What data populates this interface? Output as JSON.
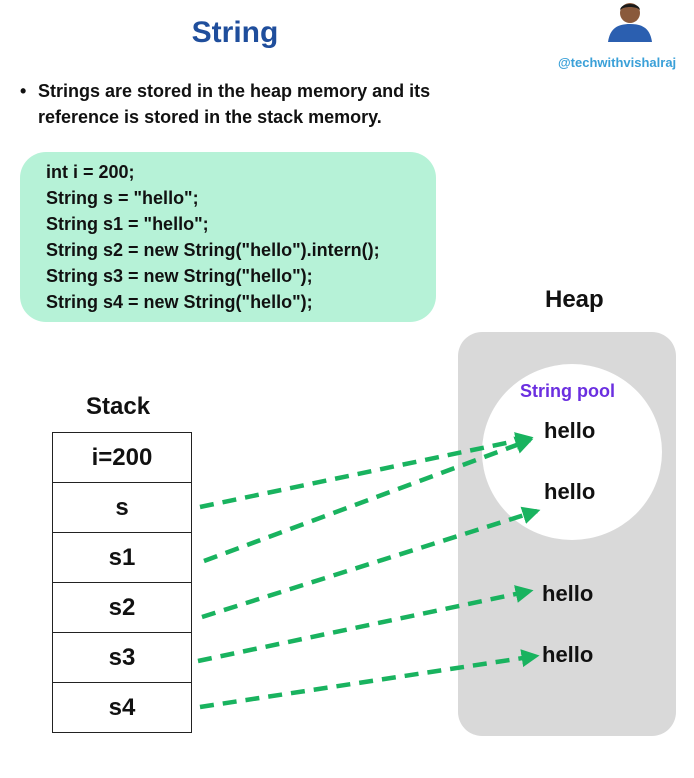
{
  "title": "String",
  "author_handle": "@techwithvishalraj",
  "bullet": "Strings are stored in the heap memory and its reference is stored in the stack memory.",
  "code_lines": [
    "int i = 200;",
    "String s = \"hello\";",
    "String s1 = \"hello\";",
    "String s2 = new String(\"hello\").intern();",
    "String s3 = new String(\"hello\");",
    "String s4 = new String(\"hello\");"
  ],
  "heap": {
    "label": "Heap",
    "string_pool_label": "String pool",
    "pool_values": [
      "hello",
      "hello"
    ],
    "heap_values": [
      "hello",
      "hello"
    ]
  },
  "stack": {
    "label": "Stack",
    "cells": [
      "i=200",
      "s",
      "s1",
      "s2",
      "s3",
      "s4"
    ]
  },
  "arrow_color": "#19b35f",
  "references": [
    {
      "from": "s",
      "to": "pool_values.0"
    },
    {
      "from": "s1",
      "to": "pool_values.0"
    },
    {
      "from": "s2",
      "to": "pool_values.1"
    },
    {
      "from": "s3",
      "to": "heap_values.0"
    },
    {
      "from": "s4",
      "to": "heap_values.1"
    }
  ]
}
